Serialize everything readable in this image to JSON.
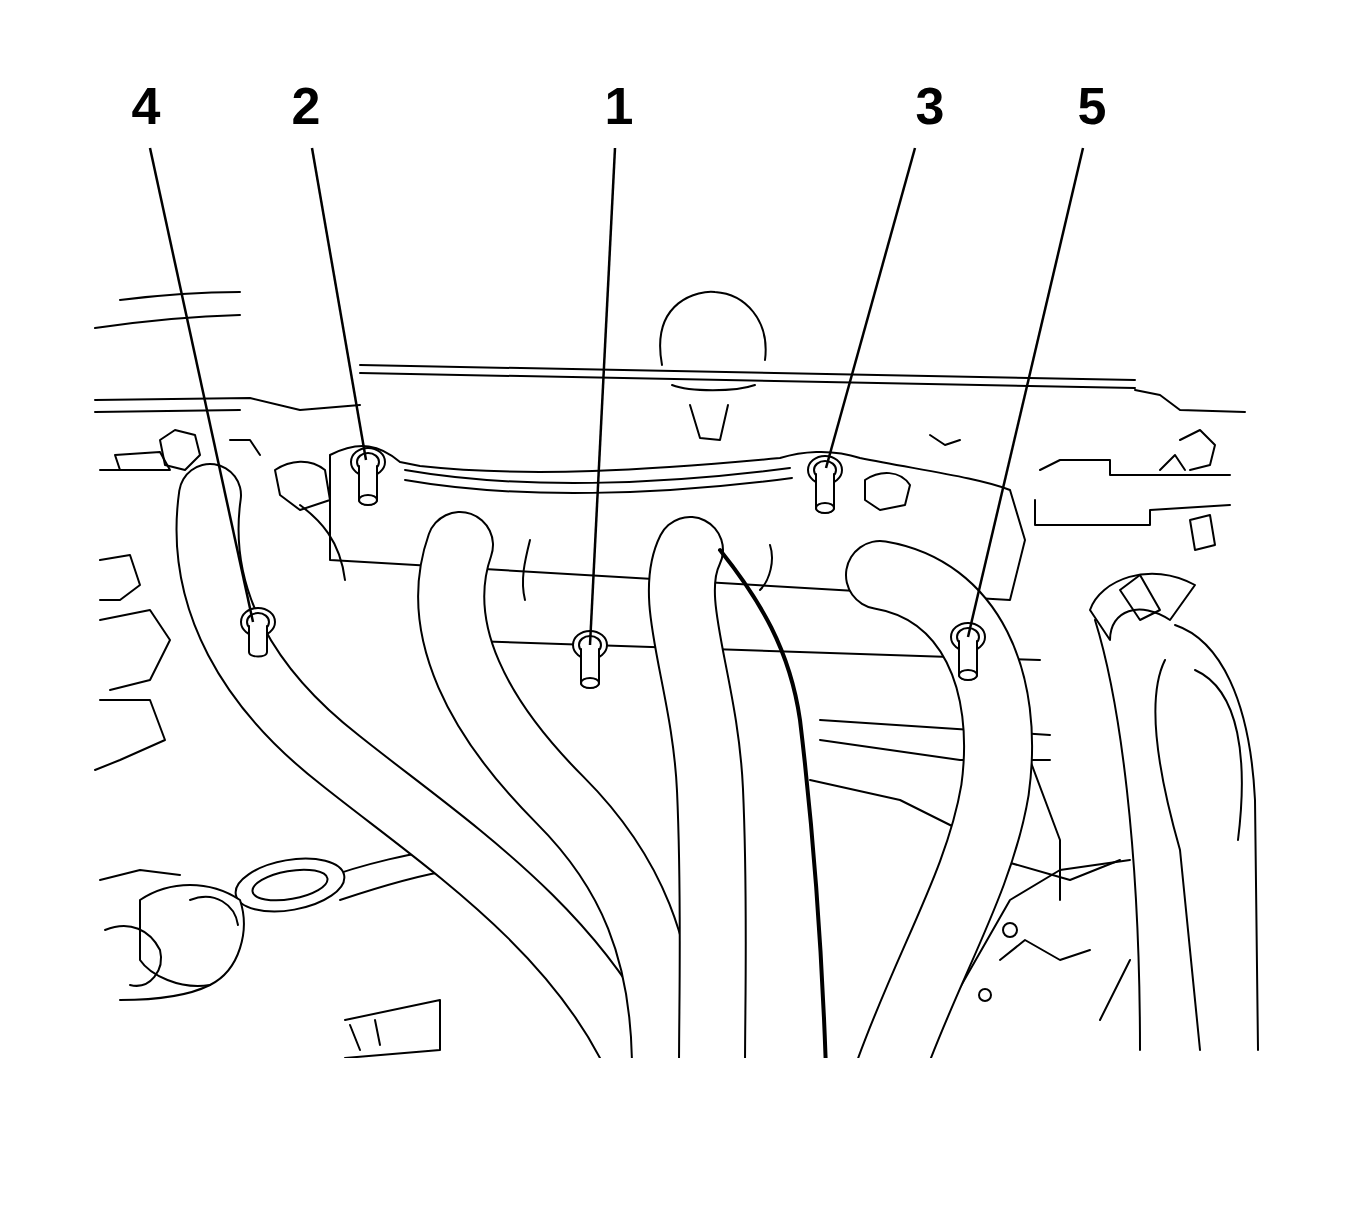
{
  "diagram": {
    "labels": [
      "4",
      "2",
      "1",
      "3",
      "5"
    ]
  }
}
